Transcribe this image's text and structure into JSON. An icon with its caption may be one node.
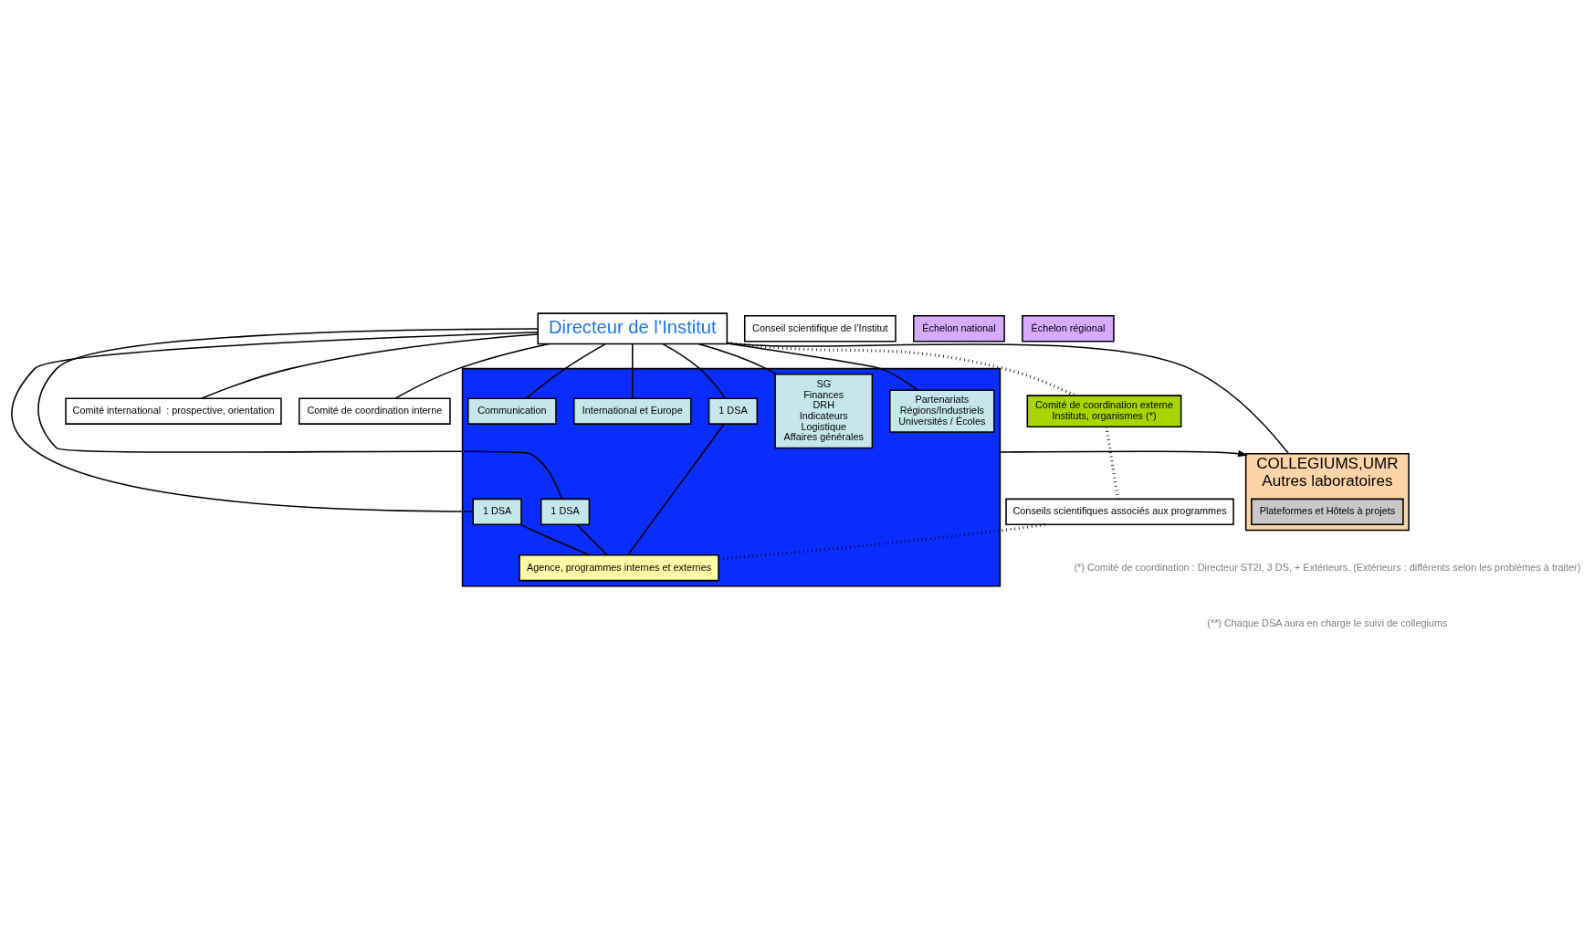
{
  "diagram": {
    "nodes": [
      {
        "text": [
          "Directeur de l’Institut"
        ]
      },
      {
        "text": [
          "Comité international  : prospective, orientation"
        ]
      },
      {
        "text": [
          "Conseil scientifique de l’Institut"
        ]
      },
      {
        "text": [
          "Comité de coordination interne"
        ]
      },
      {
        "text": [
          "Comité de coordination externe",
          "Instituts, organismes (*)"
        ]
      },
      {
        "text": [
          "Conseils scientifiques associés aux programmes"
        ]
      },
      {
        "text": [
          "Échelon national"
        ]
      },
      {
        "text": [
          "Échelon régional"
        ]
      },
      {
        "text": [],
        "shape": "box"
      },
      {
        "text": [
          "1 DSA"
        ],
        "in": 8
      },
      {
        "text": [
          "1 DSA"
        ],
        "in": 8
      },
      {
        "text": [
          "1 DSA"
        ],
        "in": 8
      },
      {
        "text": [
          "Agence, programmes internes et externes"
        ],
        "in": 8
      },
      {
        "text": [
          "International et Europe"
        ],
        "in": 8
      },
      {
        "text": [
          "Communication"
        ],
        "in": 8
      },
      {
        "text": [
          "Partenariats",
          "Régions/Industriels",
          "Universités / Écoles"
        ],
        "in": 8
      },
      {
        "text": [
          "SG",
          "Finances",
          "DRH",
          "Indicateurs",
          "Logistique",
          "Affaires générales"
        ],
        "in": 8
      },
      {
        "text": [
          "COLLEGIUMS,UMR",
          "Autres laboratoires"
        ]
      },
      {
        "text": [
          "Plateformes et Hôtels à projets"
        ],
        "in": 17
      }
    ],
    "edges": [
      {
        "from": 0,
        "to": 1,
        "arrow": "none"
      },
      {
        "from": 0,
        "to": 3,
        "arrow": "none"
      },
      {
        "from": 0,
        "to": 4,
        "arrow": "none",
        "style": "dashed"
      },
      {
        "from": 4,
        "to": 5,
        "arrow": "none",
        "style": "dashed"
      },
      {
        "from": 5,
        "to": 12,
        "arrow": "none",
        "style": "dashed"
      },
      {
        "from": 0,
        "to": 9,
        "arrow": "none"
      },
      {
        "from": 0,
        "to": 10,
        "arrow": "none"
      },
      {
        "from": 0,
        "to": 11,
        "arrow": "none"
      },
      {
        "from": 0,
        "to": 13,
        "arrow": "none"
      },
      {
        "from": 0,
        "to": 14,
        "arrow": "none"
      },
      {
        "from": 0,
        "to": 15,
        "arrow": "none"
      },
      {
        "from": 0,
        "to": 16,
        "arrow": "none"
      },
      {
        "from": 9,
        "to": 12,
        "arrow": "none"
      },
      {
        "from": 10,
        "to": 12,
        "arrow": "none"
      },
      {
        "from": 11,
        "to": 12,
        "arrow": "none"
      },
      {
        "from": 0,
        "to": 17,
        "arrow": "none"
      },
      {
        "from": 8,
        "to": 17,
        "arrow": "to"
      }
    ],
    "labels": [
      "(*) Comité de coordination : Directeur ST2I, 3 DS, + Extérieurs. (Extérieurs : différents selon les problèmes à traiter)",
      "(**) Chaque DSA aura en charge le suivi de collegiums"
    ]
  }
}
